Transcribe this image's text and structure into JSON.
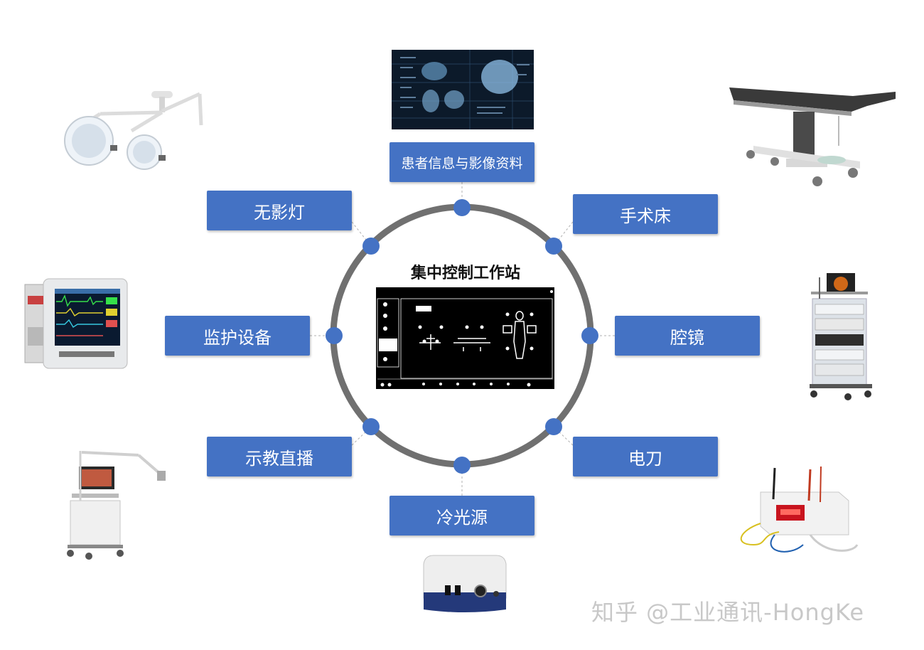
{
  "center": {
    "title": "集中控制工作站"
  },
  "nodes": [
    {
      "id": "patient-info",
      "label": "患者信息与影像资料"
    },
    {
      "id": "or-table",
      "label": "手术床"
    },
    {
      "id": "endoscope",
      "label": "腔镜"
    },
    {
      "id": "electrosurgical",
      "label": "电刀"
    },
    {
      "id": "cold-light",
      "label": "冷光源"
    },
    {
      "id": "teaching",
      "label": "示教直播"
    },
    {
      "id": "monitor",
      "label": "监护设备"
    },
    {
      "id": "surgical-light",
      "label": "无影灯"
    }
  ],
  "watermark": "知乎 @工业通讯-HongKe",
  "colors": {
    "box": "#4472c4",
    "ring": "#707070",
    "dot": "#4472c4",
    "screen": "#000000"
  }
}
